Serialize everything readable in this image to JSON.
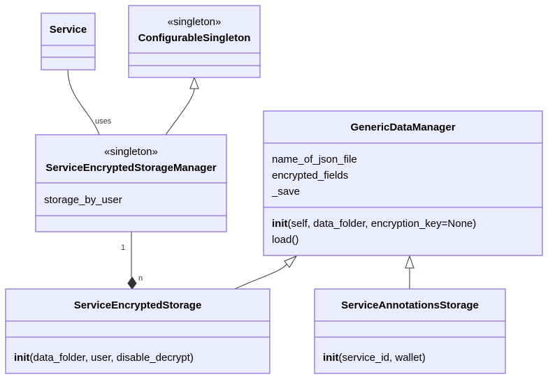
{
  "classes": {
    "service": {
      "name": "Service"
    },
    "configurable_singleton": {
      "stereotype": "«singleton»",
      "name": "ConfigurableSingleton"
    },
    "storage_manager": {
      "stereotype": "«singleton»",
      "name": "ServiceEncryptedStorageManager",
      "attributes": [
        "storage_by_user"
      ]
    },
    "generic_data_manager": {
      "name": "GenericDataManager",
      "attributes": [
        "name_of_json_file",
        "encrypted_fields",
        "_save"
      ],
      "methods": [
        {
          "name": "init",
          "params": "(self, data_folder, encryption_key=None)"
        },
        {
          "name": "",
          "params": "load()"
        }
      ]
    },
    "encrypted_storage": {
      "name": "ServiceEncryptedStorage",
      "methods": [
        {
          "name": "init",
          "params": "(data_folder, user, disable_decrypt)"
        }
      ]
    },
    "annotations_storage": {
      "name": "ServiceAnnotationsStorage",
      "methods": [
        {
          "name": "init",
          "params": "(service_id, wallet)"
        }
      ]
    }
  },
  "relations": {
    "uses_label": "uses",
    "mult_one": "1",
    "mult_many": "n"
  },
  "colors": {
    "box_fill": "#ececff",
    "box_stroke": "#9370db",
    "edge": "#333333"
  }
}
